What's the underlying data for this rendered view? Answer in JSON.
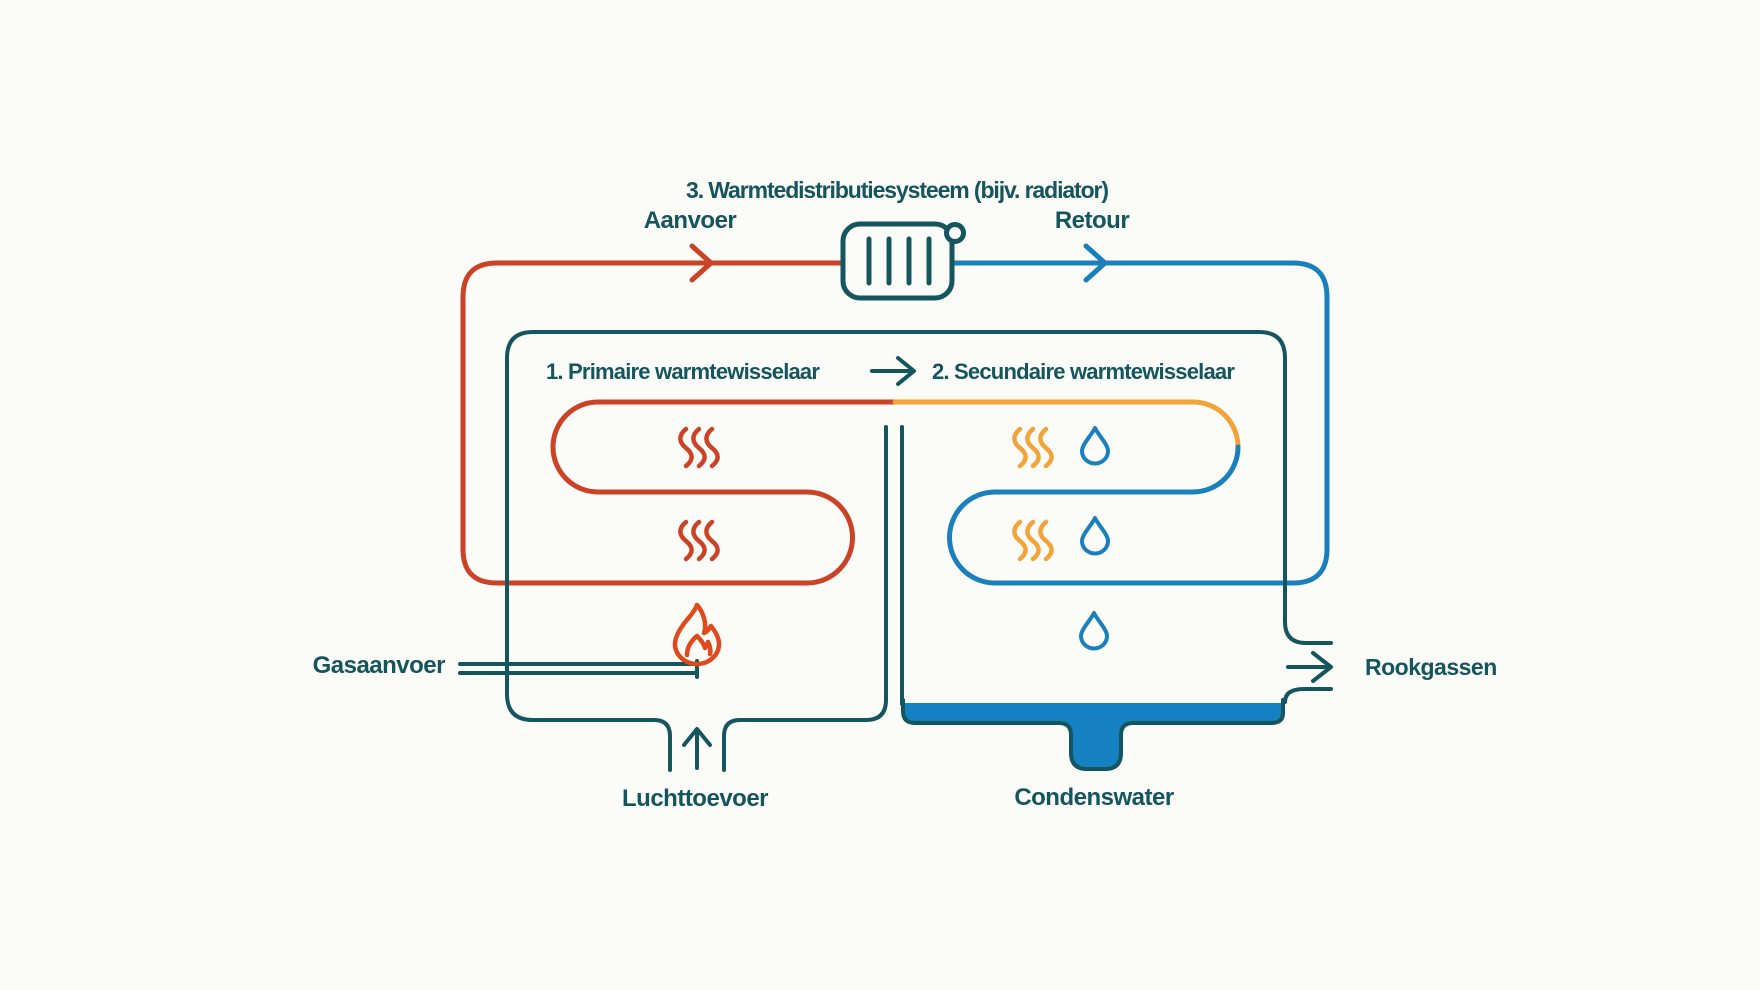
{
  "labels": {
    "title": "3. Warmtedistributiesysteem (bijv. radiator)",
    "aanvoer": "Aanvoer",
    "retour": "Retour",
    "primary_exchanger": "1. Primaire warmtewisselaar",
    "secondary_exchanger": "2. Secundaire warmtewisselaar",
    "gasaanvoer": "Gasaanvoer",
    "rookgassen": "Rookgassen",
    "luchttoevoer": "Luchttoevoer",
    "condenswater": "Condenswater"
  },
  "colors": {
    "teal": "#14555e",
    "red": "#cc4226",
    "orange": "#f2a339",
    "blue": "#1a80bd",
    "water": "#1681c2",
    "flame": "#e04a1b",
    "background": "#fbfbf8"
  },
  "icons": {
    "radiator": "radiator-icon",
    "flame": "flame-icon",
    "heat_waves": "heat-waves-icon",
    "water_drop": "water-drop-icon",
    "flow_arrows": [
      "aanvoer-arrow-icon",
      "retour-arrow-icon",
      "exchanger-step-arrow-icon",
      "rookgassen-arrow-icon",
      "luchttoevoer-arrow-icon"
    ]
  }
}
